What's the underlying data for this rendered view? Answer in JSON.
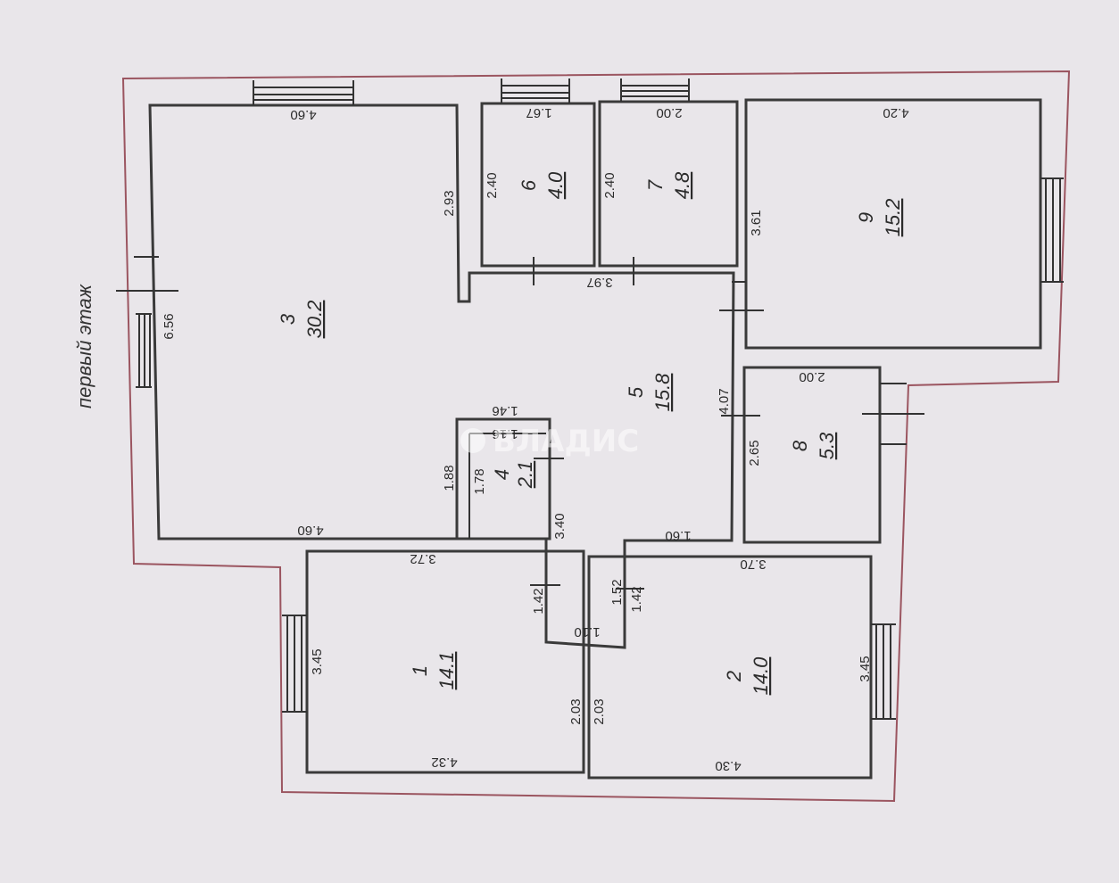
{
  "title": "первый этаж",
  "watermark": "ВЛАДИС",
  "rooms": [
    {
      "num": "1",
      "area": "14.1"
    },
    {
      "num": "2",
      "area": "14.0"
    },
    {
      "num": "3",
      "area": "30.2"
    },
    {
      "num": "4",
      "area": "2.1"
    },
    {
      "num": "5",
      "area": "15.8"
    },
    {
      "num": "6",
      "area": "4.0"
    },
    {
      "num": "7",
      "area": "4.8"
    },
    {
      "num": "8",
      "area": "5.3"
    },
    {
      "num": "9",
      "area": "15.2"
    }
  ],
  "dims": {
    "r3_top": "4.60",
    "r3_bottom": "4.60",
    "r3_left": "6.56",
    "r3_right_a": "2.93",
    "r3_right_b": "1.88",
    "r6_top": "1.67",
    "r6_left": "2.40",
    "r7_top": "2.00",
    "r7_left": "2.40",
    "r9_top": "4.20",
    "r9_left": "3.61",
    "r5_top": "3.97",
    "r5_right": "4.07",
    "r5_bottom": "1.60",
    "r5_left": "3.40",
    "r4_top": "1.46",
    "r4_inner": "1.16",
    "r4_left": "1.78",
    "r8_top": "2.00",
    "r8_left": "2.65",
    "r1_top": "3.72",
    "r1_left": "3.45",
    "r1_bottom": "4.32",
    "r1_right_a": "1.42",
    "r1_right_b": "2.03",
    "r2_top": "3.70",
    "r2_right": "3.45",
    "r2_bottom": "4.30",
    "r2_left_a": "1.52",
    "r2_left_b": "1.42",
    "r2_left_c": "2.03",
    "corridor": "1.10"
  },
  "colors": {
    "paper": "#e9e6ea",
    "walls": "#3a3a3a",
    "outline": "#9b5560"
  }
}
